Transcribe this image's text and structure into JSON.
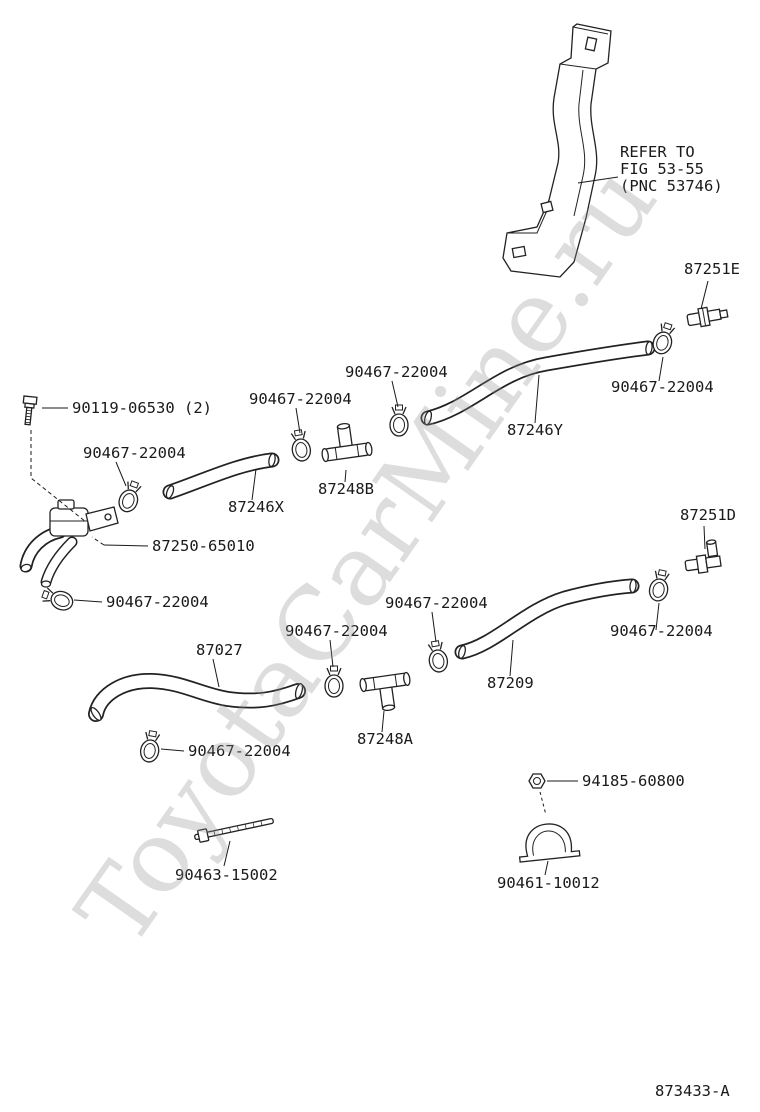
{
  "watermark": "ToyotaCarMine.ru",
  "doc_number": "873433-A",
  "refer_note": {
    "line1": "REFER TO",
    "line2": "FIG 53-55",
    "line3": "(PNC 53746)"
  },
  "labels": [
    {
      "id": "bolt-90119",
      "text": "90119-06530 (2)"
    },
    {
      "id": "clamp-valve-upper",
      "text": "90467-22004"
    },
    {
      "id": "hose-87246X",
      "text": "87246X"
    },
    {
      "id": "clamp-87248B",
      "text": "90467-22004"
    },
    {
      "id": "joint-87248B",
      "text": "87248B"
    },
    {
      "id": "clamp-87246Y-left",
      "text": "90467-22004"
    },
    {
      "id": "hose-87246Y",
      "text": "87246Y"
    },
    {
      "id": "clamp-87246Y-right",
      "text": "90467-22004"
    },
    {
      "id": "union-87251E",
      "text": "87251E"
    },
    {
      "id": "valve-87250",
      "text": "87250-65010"
    },
    {
      "id": "clamp-valve-lower",
      "text": "90467-22004"
    },
    {
      "id": "hose-87027",
      "text": "87027"
    },
    {
      "id": "clamp-87248A-left",
      "text": "90467-22004"
    },
    {
      "id": "clamp-87248A-right",
      "text": "90467-22004"
    },
    {
      "id": "hose-87209",
      "text": "87209"
    },
    {
      "id": "clamp-87209-right",
      "text": "90467-22004"
    },
    {
      "id": "union-87251D",
      "text": "87251D"
    },
    {
      "id": "joint-87248A",
      "text": "87248A"
    },
    {
      "id": "clamp-87027",
      "text": "90467-22004"
    },
    {
      "id": "nut-94185",
      "text": "94185-60800"
    },
    {
      "id": "tie-90463",
      "text": "90463-15002"
    },
    {
      "id": "clamp-90461",
      "text": "90461-10012"
    }
  ]
}
